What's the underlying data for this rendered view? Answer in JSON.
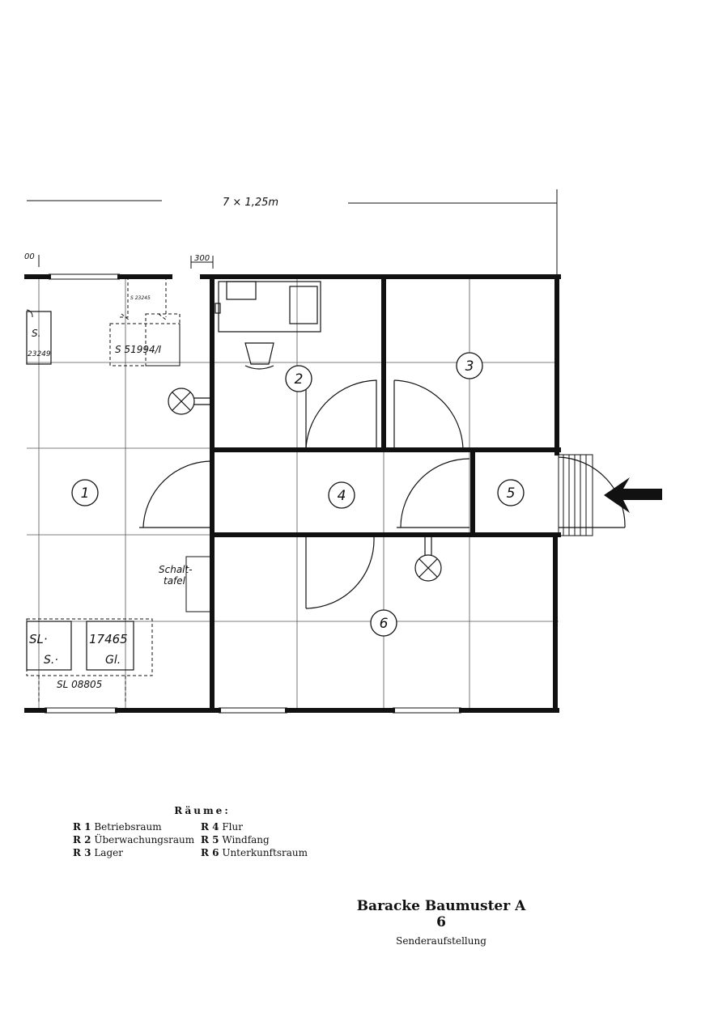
{
  "drawing": {
    "dimension_top": "7 × 1,25m",
    "dim_left_fragment": "00",
    "dim_300": "300",
    "small_ref": "S 23245",
    "switchboard_label_1": "Schalt-",
    "switchboard_label_2": "tafel"
  },
  "equipment": {
    "s_small": "S.",
    "s_small_num": "23249",
    "s_box": "S 51994/I",
    "sl": "SL·",
    "s_dot": "S.·",
    "num_17465": "17465",
    "gl": "Gl.",
    "sl_08805": "SL 08805"
  },
  "rooms": [
    {
      "number": "1"
    },
    {
      "number": "2"
    },
    {
      "number": "3"
    },
    {
      "number": "4"
    },
    {
      "number": "5"
    },
    {
      "number": "6"
    }
  ],
  "legend": {
    "title": "Räume:",
    "items": [
      {
        "code": "R 1",
        "name": "Betriebsraum"
      },
      {
        "code": "R 4",
        "name": "Flur"
      },
      {
        "code": "R 2",
        "name": "Überwachungsraum"
      },
      {
        "code": "R 5",
        "name": "Windfang"
      },
      {
        "code": "R 3",
        "name": "Lager"
      },
      {
        "code": "R 6",
        "name": "Unterkunftsraum"
      }
    ]
  },
  "title_block": {
    "title": "Baracke Baumuster A 6",
    "subtitle": "Senderaufstellung"
  }
}
